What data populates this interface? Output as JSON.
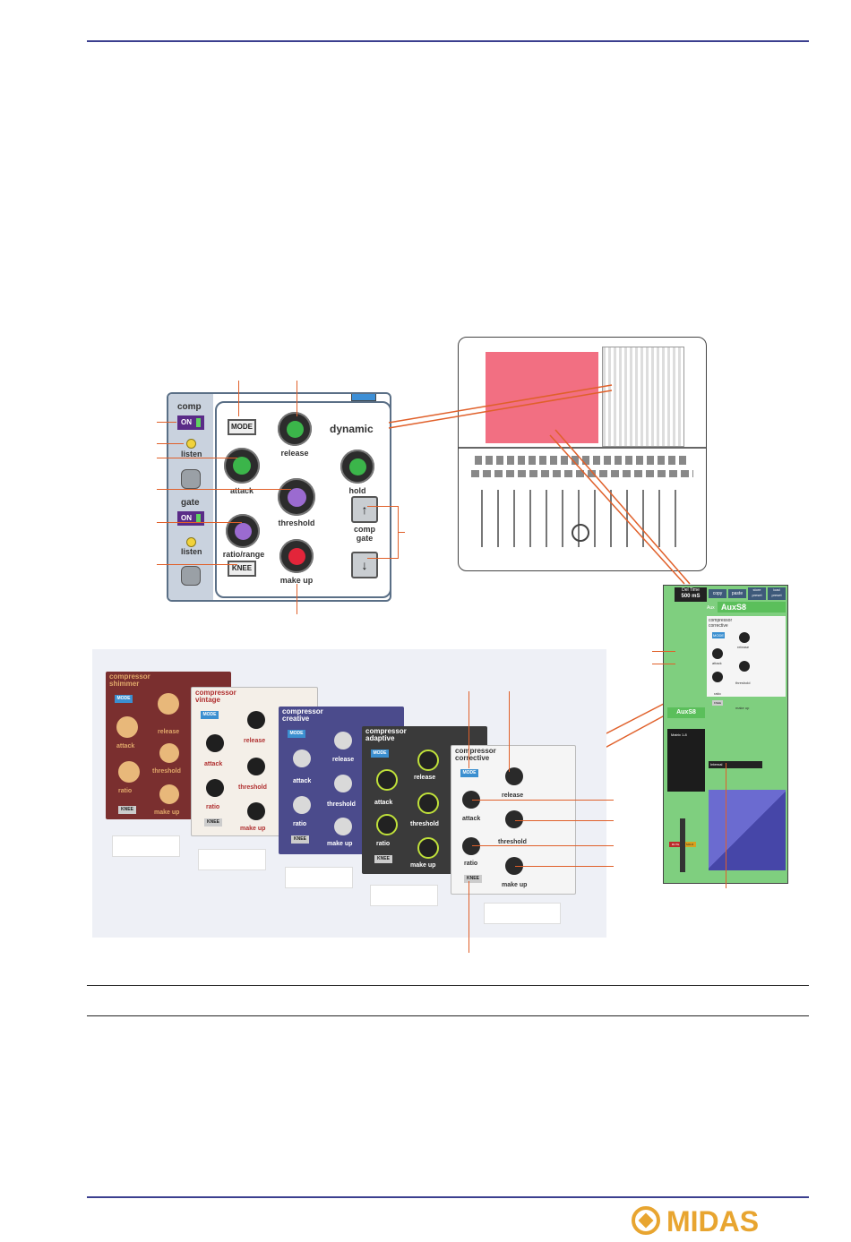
{
  "panel": {
    "comp_label": "comp",
    "comp_on": "ON",
    "comp_listen": "listen",
    "gate_label": "gate",
    "gate_on": "ON",
    "gate_listen": "listen",
    "mode_button": "MODE",
    "knee_button": "KNEE",
    "section_title": "dynamic",
    "knobs": {
      "release": "release",
      "attack": "attack",
      "threshold": "threshold",
      "hold": "hold",
      "ratio_range": "ratio/range",
      "make_up": "make up"
    },
    "comp_gate": "comp\ngate",
    "arrow_up": "↑",
    "arrow_down": "↓"
  },
  "screens": [
    {
      "id": "shimmer",
      "title_line1": "compressor",
      "title_line2": "shimmer",
      "mode": "MODE",
      "release": "release",
      "attack": "attack",
      "threshold": "threshold",
      "ratio": "ratio",
      "make_up": "make up",
      "knee": "KNEE",
      "colors": {
        "bg": "#7a2f2f",
        "text": "#e0a86a",
        "knob": "#e8b87a"
      }
    },
    {
      "id": "vintage",
      "title_line1": "compressor",
      "title_line2": "vintage",
      "mode": "MODE",
      "release": "release",
      "attack": "attack",
      "threshold": "threshold",
      "ratio": "ratio",
      "make_up": "make up",
      "knee": "KNEE",
      "colors": {
        "bg": "#f4efe8",
        "text": "#b03030",
        "knob": "#1f1f1f"
      }
    },
    {
      "id": "creative",
      "title_line1": "compressor",
      "title_line2": "creative",
      "mode": "MODE",
      "release": "release",
      "attack": "attack",
      "threshold": "threshold",
      "ratio": "ratio",
      "make_up": "make up",
      "knee": "KNEE",
      "colors": {
        "bg": "#4b4b8c",
        "text": "#ffffff",
        "knob": "#d9d9d9"
      }
    },
    {
      "id": "adaptive",
      "title_line1": "compressor",
      "title_line2": "adaptive",
      "mode": "MODE",
      "release": "release",
      "attack": "attack",
      "threshold": "threshold",
      "ratio": "ratio",
      "make_up": "make up",
      "knee": "KNEE",
      "colors": {
        "bg": "#3a3a3a",
        "text": "#ffffff",
        "knob": "#222222"
      }
    },
    {
      "id": "corrective",
      "title_line1": "compressor",
      "title_line2": "corrective",
      "mode": "MODE",
      "release": "release",
      "attack": "attack",
      "threshold": "threshold",
      "ratio": "ratio",
      "make_up": "make up",
      "knee": "KNEE",
      "colors": {
        "bg": "#f5f5f5",
        "text": "#333333",
        "knob": "#2a2a2a"
      }
    }
  ],
  "strip": {
    "time_label": "Del Time",
    "time_value": "500 mS",
    "copy": "copy",
    "paste": "paste",
    "store": "store\npreset",
    "load": "load\npreset",
    "aux_label": "Aux",
    "aux_name": "AuxS8",
    "aux_green": "AuxS8",
    "compressor_line1": "compressor",
    "compressor_line2": "corrective",
    "mode": "MODE",
    "release": "release",
    "attack": "attack",
    "ratio": "ratio",
    "threshold": "threshold",
    "make_up": "make up",
    "knee": "KNEE",
    "matrix": "Matrix 1-8",
    "internal": "Internal",
    "mute": "MUTE",
    "solo": "SOLO"
  },
  "brand": {
    "name": "MIDAS",
    "color": "#e8a530"
  }
}
